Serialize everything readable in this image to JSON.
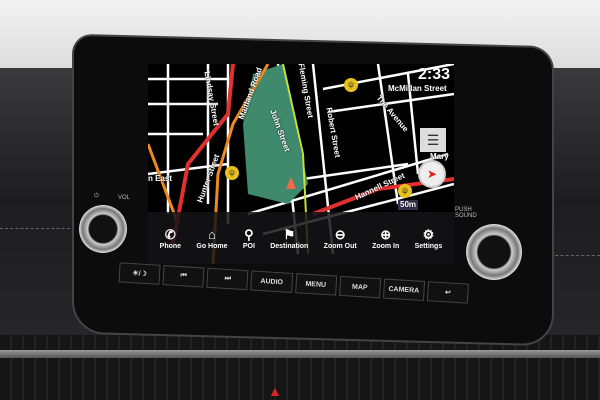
{
  "status": {
    "time": "2:33"
  },
  "map": {
    "streets": [
      "Lindsay Street",
      "Maitland Road",
      "Fleming Street",
      "Robert Street",
      "The Avenue",
      "McMillan Street",
      "John Street",
      "Hunter Street",
      "Hannell Street",
      "n East",
      "Mary"
    ],
    "scale": "50m"
  },
  "toolbar": [
    {
      "label": "Phone",
      "icon": "phone-icon"
    },
    {
      "label": "Go Home",
      "icon": "home-icon"
    },
    {
      "label": "POI",
      "icon": "pin-icon"
    },
    {
      "label": "Destination",
      "icon": "flag-icon"
    },
    {
      "label": "Zoom Out",
      "icon": "zoom-out-icon"
    },
    {
      "label": "Zoom In",
      "icon": "zoom-in-icon"
    },
    {
      "label": "Settings",
      "icon": "settings-icon"
    }
  ],
  "knobs": {
    "left_label": "VOL",
    "right_label": "PUSH SOUND"
  },
  "hardware_buttons": [
    "☀/☽",
    "⏮",
    "⏭",
    "AUDIO",
    "MENU",
    "MAP",
    "CAMERA",
    "↩"
  ],
  "colors": {
    "route": "#e03030",
    "park": "#3f8a6c",
    "highway": "#f08a20",
    "boundary": "#c8e030"
  }
}
